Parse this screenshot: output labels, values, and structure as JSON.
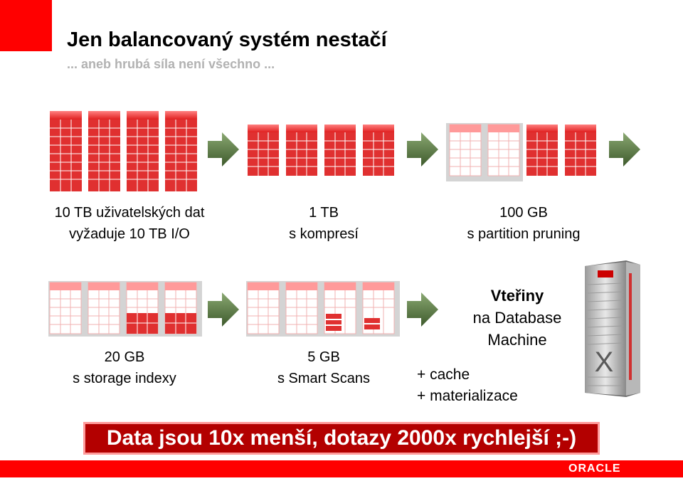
{
  "header": {
    "title": "Jen balancovaný systém nestačí",
    "subtitle": "... aneb hrubá síla není všechno ..."
  },
  "stages": [
    {
      "line1": "10 TB uživatelských dat",
      "line2": "vyžaduje 10 TB I/O"
    },
    {
      "line1": "1 TB",
      "line2": "s kompresí"
    },
    {
      "line1": "100 GB",
      "line2": "s partition pruning"
    },
    {
      "line1": "20 GB",
      "line2": "s storage indexy"
    },
    {
      "line1": "5 GB",
      "line2": "s Smart Scans"
    }
  ],
  "result": {
    "line1": "Vteřiny",
    "line2": "na Database",
    "line3": "Machine",
    "extra1": "+ cache",
    "extra2": "+ materializace",
    "server_mark": "X"
  },
  "banner": "Data jsou 10x menší, dotazy 2000x rychlejší ;-)",
  "footer": {
    "logo": "ORACLE"
  },
  "colors": {
    "accent_red": "#ff0000",
    "banner_red": "#b30000",
    "table_cell_red": "#e03030",
    "table_header_red": "#ff5a5a",
    "arrow_green": "#5b7a45"
  }
}
